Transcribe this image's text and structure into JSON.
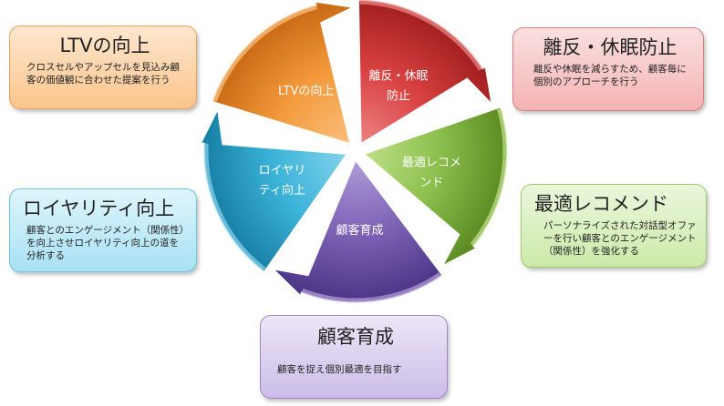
{
  "segments": [
    {
      "label_lines": [
        "LTVの向上"
      ],
      "color": "#f39a3c",
      "dark": "#c96a14",
      "light": "#fcc383"
    },
    {
      "label_lines": [
        "離反・休眠",
        "防止"
      ],
      "color": "#d94141",
      "dark": "#a21f1f",
      "light": "#f08a8a"
    },
    {
      "label_lines": [
        "最適レコメ",
        "ンド"
      ],
      "color": "#8cc04d",
      "dark": "#5b8a22",
      "light": "#c3e38e"
    },
    {
      "label_lines": [
        "顧客育成"
      ],
      "color": "#7d62b5",
      "dark": "#4c3586",
      "light": "#b4a2dc"
    },
    {
      "label_lines": [
        "ロイヤリ",
        "ティ向上"
      ],
      "color": "#3bb3d9",
      "dark": "#187fa6",
      "light": "#8bd6ee"
    }
  ],
  "cards": {
    "ltv": {
      "title": "LTVの向上",
      "desc": "クロスセルやアップセルを見込み顧客の価値観に合わせた提案を行う"
    },
    "churn": {
      "title": "離反・休眠防止",
      "desc": "離反や休眠を減らすため、顧客毎に個別のアプローチを行う"
    },
    "reco": {
      "title": "最適レコメンド",
      "desc": "パーソナライズされた対話型オファーを行い顧客とのエンゲージメント（関係性）を強化する"
    },
    "loyal": {
      "title": "ロイヤリティ向上",
      "desc": "顧客とのエンゲージメント（関係性）を向上させロイヤリティ向上の道を分析する"
    },
    "nurture": {
      "title": "顧客育成",
      "desc": "顧客を捉え個別最適を目指す"
    }
  }
}
